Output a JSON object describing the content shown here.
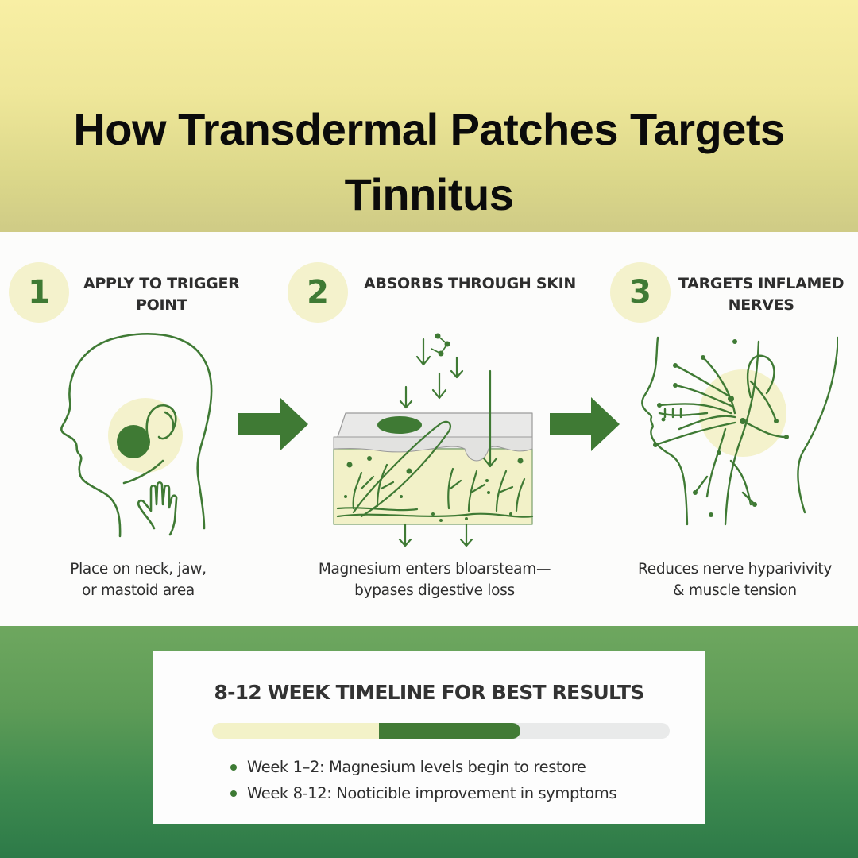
{
  "header": {
    "title_line1": "How Transdermal Patches Targets",
    "title_line2": "Tinnitus"
  },
  "steps": [
    {
      "number": "1",
      "title_line1": "APPLY TO TRIGGER",
      "title_line2": "POINT",
      "desc_line1": "Place on neck, jaw,",
      "desc_line2": "or mastoid area",
      "illustration": "head-profile-with-patch-icon"
    },
    {
      "number": "2",
      "title_line1": "ABSORBS THROUGH SKIN",
      "title_line2": "",
      "desc_line1": "Magnesium enters bloarsteam—",
      "desc_line2": "bypases digestive loss",
      "illustration": "skin-cross-section-icon"
    },
    {
      "number": "3",
      "title_line1": "TARGETS INFLAMED",
      "title_line2": "NERVES",
      "desc_line1": "Reduces nerve hyparivivity",
      "desc_line2": "& muscle tension",
      "illustration": "head-nerves-icon"
    }
  ],
  "arrows": [
    "right-arrow-icon",
    "right-arrow-icon"
  ],
  "timeline": {
    "title": "8-12 WEEK TIMELINE FOR BEST RESULTS",
    "progress_segments": [
      {
        "label": "early",
        "color": "#f3f2c8",
        "width_pct": 36.5
      },
      {
        "label": "active",
        "color": "#427b36",
        "width_pct": 30.9
      },
      {
        "label": "remaining",
        "color": "#e9eaea",
        "width_pct": 32.6
      }
    ],
    "bullets": [
      "Week 1–2: Magnesium levels begin to restore",
      "Week 8-12:  Nooticible improvement in symptoms"
    ]
  },
  "colors": {
    "accent_green": "#3f7a34",
    "light_yellow": "#f4f2cc",
    "header_yellow": "#f8efa4",
    "footer_green": "#2d7a48"
  }
}
